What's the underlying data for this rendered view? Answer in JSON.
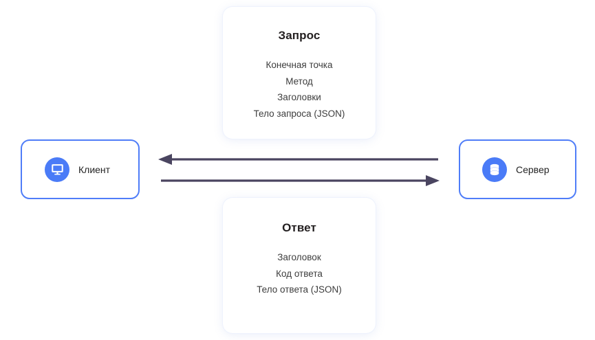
{
  "diagram": {
    "title_hidden": "",
    "colors": {
      "node_border": "#4f7df8",
      "icon_circle": "#4a7bf7",
      "arrow": "#4a4560",
      "card_shadow": "#eef2fd",
      "background": "#ffffff",
      "title_text": "#231f20",
      "body_text": "#3c3c3c"
    },
    "cards": [
      {
        "id": "request",
        "title": "Запрос",
        "lines": [
          "Конечная точка",
          "Метод",
          "Заголовки",
          "Тело запроса (JSON)"
        ]
      },
      {
        "id": "response",
        "title": "Ответ",
        "lines": [
          "Заголовок",
          "Код ответа",
          "Тело ответа (JSON)"
        ]
      }
    ],
    "nodes": [
      {
        "id": "client",
        "label": "Клиент",
        "icon": "desktop-monitor-icon"
      },
      {
        "id": "server",
        "label": "Сервер",
        "icon": "database-icon"
      }
    ],
    "arrows": [
      {
        "id": "response-arrow",
        "direction": "left",
        "from": "server",
        "to": "client"
      },
      {
        "id": "request-arrow",
        "direction": "right",
        "from": "client",
        "to": "server"
      }
    ]
  }
}
